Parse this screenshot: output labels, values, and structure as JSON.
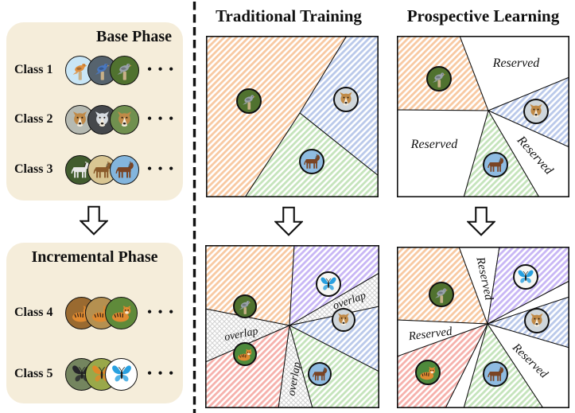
{
  "labels": {
    "reserved": "Reserved",
    "overlap": "overlap",
    "ellipsis": "• • •"
  },
  "left_panel": {
    "base_phase": {
      "title": "Base Phase",
      "classes": [
        {
          "label": "Class 1",
          "icon": "bird"
        },
        {
          "label": "Class 2",
          "icon": "dog"
        },
        {
          "label": "Class 3",
          "icon": "horse"
        }
      ]
    },
    "incremental_phase": {
      "title": "Incremental Phase",
      "classes": [
        {
          "label": "Class 4",
          "icon": "tiger"
        },
        {
          "label": "Class 5",
          "icon": "butterfly"
        }
      ]
    }
  },
  "columns": {
    "traditional": {
      "title": "Traditional Training"
    },
    "prospective": {
      "title": "Prospective Learning"
    }
  },
  "panels": {
    "traditional_base": {
      "samples": [
        "bird",
        "dog",
        "horse"
      ],
      "reserved_regions": 0,
      "overlap_regions": 0
    },
    "prospective_base": {
      "samples": [
        "bird",
        "dog",
        "horse"
      ],
      "reserved_regions": 3,
      "overlap_regions": 0
    },
    "traditional_incremental": {
      "samples": [
        "bird",
        "butterfly",
        "dog",
        "horse",
        "tiger"
      ],
      "reserved_regions": 0,
      "overlap_regions": 3
    },
    "prospective_incremental": {
      "samples": [
        "bird",
        "butterfly",
        "dog",
        "horse",
        "tiger"
      ],
      "reserved_regions": 3,
      "overlap_regions": 0
    }
  },
  "colors": {
    "bird_region_hatch": "#f8c9a2",
    "dog_region_hatch": "#bac9ea",
    "horse_region_hatch": "#c5e4bc",
    "tiger_region_hatch": "#f6b1ac",
    "butterfly_region_hatch": "#c8b6f5",
    "overlap_crosshatch": "#d4d4d4",
    "phase_box_bg": "#f5edda",
    "line": "#111111",
    "background": "#ffffff"
  }
}
